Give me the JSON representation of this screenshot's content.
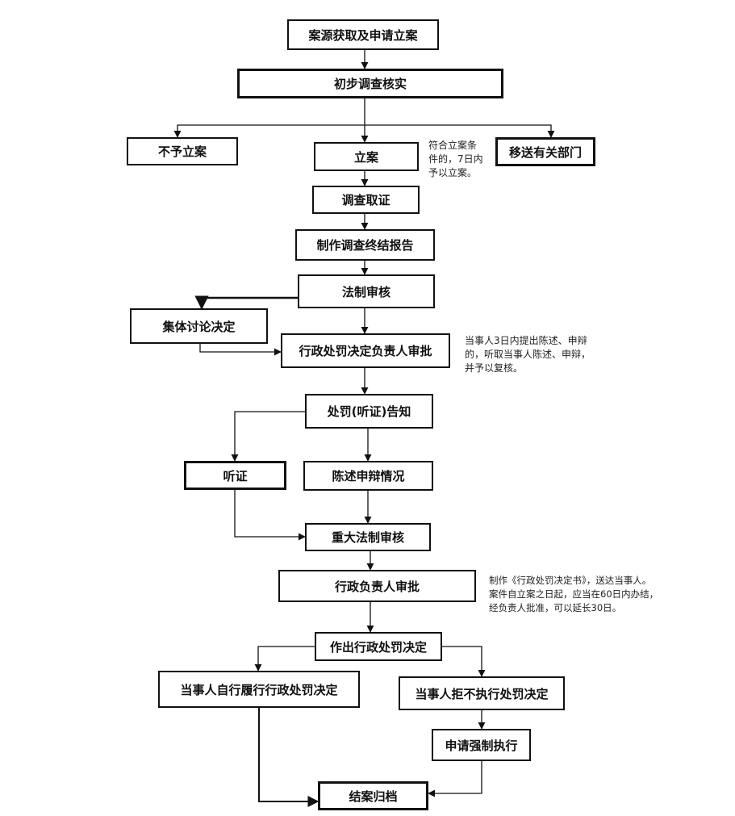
{
  "nodes": {
    "case_source": "案源获取及申请立案",
    "preliminary": "初步调查核实",
    "no_filing": "不予立案",
    "filing": "立案",
    "transfer": "移送有关部门",
    "investigation": "调查取证",
    "report": "制作调查终结报告",
    "legal_review": "法制审核",
    "collective": "集体讨论决定",
    "head_approval": "行政处罚决定负责人审批",
    "notice": "处罚(听证)告知",
    "hearing": "听证",
    "statement": "陈述申辩情况",
    "major_review": "重大法制审核",
    "admin_head": "行政负责人审批",
    "decision": "作出行政处罚决定",
    "self_perform": "当事人自行履行行政处罚决定",
    "refuse": "当事人拒不执行处罚决定",
    "enforce": "申请强制执行",
    "close": "结案归档"
  },
  "notes": {
    "filing_rule": [
      "符合立案条",
      "件的，7日内",
      "予以立案。"
    ],
    "review_rule": [
      "当事人3日内提出陈述、申辩",
      "的，听取当事人陈述、申辩，",
      "并予以复核。"
    ],
    "deadline_rule": [
      "制作《行政处罚决定书》，送达当事人。",
      "案件自立案之日起，应当在60日内办结，",
      "经负责人批准，可以延长30日。"
    ]
  }
}
